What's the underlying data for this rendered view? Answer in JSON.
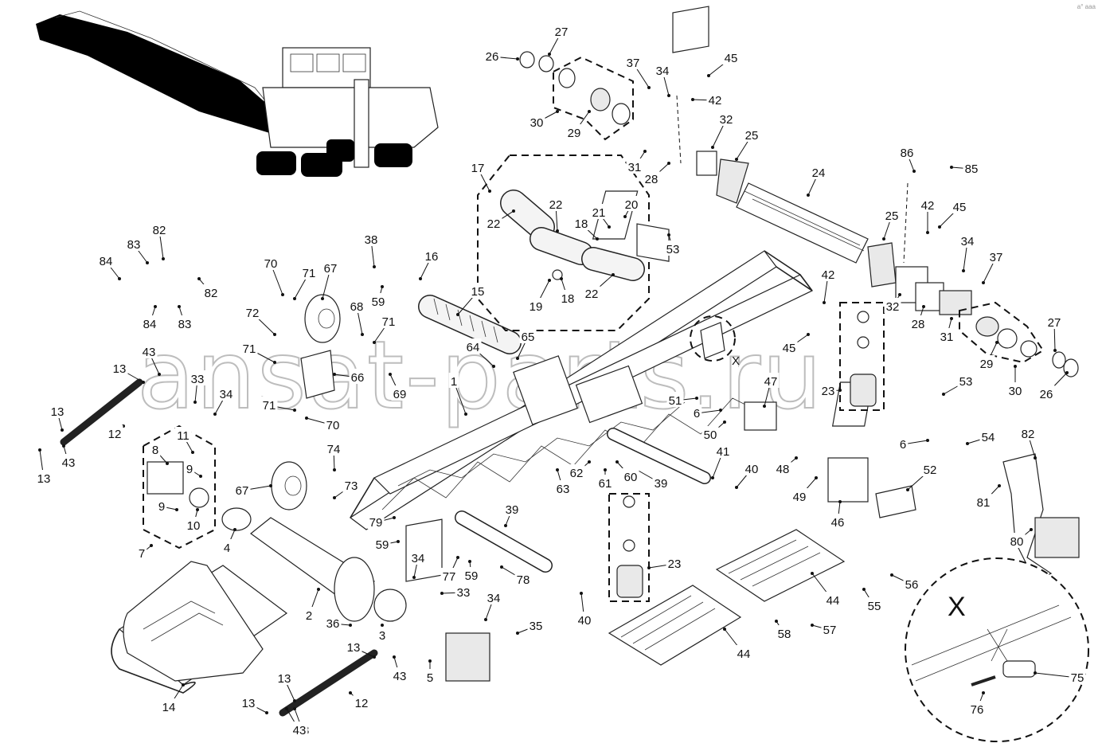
{
  "watermark": "ansat-parts.ru",
  "corner_mark": "a° aaa",
  "detail_view": {
    "label": "X",
    "ref": "X"
  },
  "colors": {
    "ink": "#111111",
    "watermark": "#bdbdbd",
    "background": "#ffffff"
  },
  "callouts": [
    {
      "id": "c1",
      "text": "1"
    },
    {
      "id": "c2",
      "text": "2"
    },
    {
      "id": "c3",
      "text": "3"
    },
    {
      "id": "c4",
      "text": "4"
    },
    {
      "id": "c5",
      "text": "5"
    },
    {
      "id": "c6a",
      "text": "6"
    },
    {
      "id": "c6b",
      "text": "6"
    },
    {
      "id": "c7",
      "text": "7"
    },
    {
      "id": "c8",
      "text": "8"
    },
    {
      "id": "c9a",
      "text": "9"
    },
    {
      "id": "c9b",
      "text": "9"
    },
    {
      "id": "c10",
      "text": "10"
    },
    {
      "id": "c11",
      "text": "11"
    },
    {
      "id": "c12a",
      "text": "12"
    },
    {
      "id": "c12b",
      "text": "12"
    },
    {
      "id": "c13a",
      "text": "13"
    },
    {
      "id": "c13b",
      "text": "13"
    },
    {
      "id": "c13c",
      "text": "13"
    },
    {
      "id": "c13d",
      "text": "13"
    },
    {
      "id": "c13e",
      "text": "13"
    },
    {
      "id": "c13f",
      "text": "13"
    },
    {
      "id": "c14",
      "text": "14"
    },
    {
      "id": "c15",
      "text": "15"
    },
    {
      "id": "c16",
      "text": "16"
    },
    {
      "id": "c17",
      "text": "17"
    },
    {
      "id": "c18a",
      "text": "18"
    },
    {
      "id": "c18b",
      "text": "18"
    },
    {
      "id": "c19",
      "text": "19"
    },
    {
      "id": "c20",
      "text": "20"
    },
    {
      "id": "c21",
      "text": "21"
    },
    {
      "id": "c22a",
      "text": "22"
    },
    {
      "id": "c22b",
      "text": "22"
    },
    {
      "id": "c22c",
      "text": "22"
    },
    {
      "id": "c23a",
      "text": "23"
    },
    {
      "id": "c23b",
      "text": "23"
    },
    {
      "id": "c24",
      "text": "24"
    },
    {
      "id": "c25a",
      "text": "25"
    },
    {
      "id": "c25b",
      "text": "25"
    },
    {
      "id": "c26a",
      "text": "26"
    },
    {
      "id": "c26b",
      "text": "26"
    },
    {
      "id": "c27a",
      "text": "27"
    },
    {
      "id": "c27b",
      "text": "27"
    },
    {
      "id": "c28a",
      "text": "28"
    },
    {
      "id": "c28b",
      "text": "28"
    },
    {
      "id": "c29a",
      "text": "29"
    },
    {
      "id": "c29b",
      "text": "29"
    },
    {
      "id": "c30a",
      "text": "30"
    },
    {
      "id": "c30b",
      "text": "30"
    },
    {
      "id": "c31a",
      "text": "31"
    },
    {
      "id": "c31b",
      "text": "31"
    },
    {
      "id": "c32a",
      "text": "32"
    },
    {
      "id": "c32b",
      "text": "32"
    },
    {
      "id": "c33a",
      "text": "33"
    },
    {
      "id": "c33b",
      "text": "33"
    },
    {
      "id": "c34a",
      "text": "34"
    },
    {
      "id": "c34b",
      "text": "34"
    },
    {
      "id": "c34c",
      "text": "34"
    },
    {
      "id": "c34d",
      "text": "34"
    },
    {
      "id": "c34e",
      "text": "34"
    },
    {
      "id": "c35",
      "text": "35"
    },
    {
      "id": "c36",
      "text": "36"
    },
    {
      "id": "c37a",
      "text": "37"
    },
    {
      "id": "c37b",
      "text": "37"
    },
    {
      "id": "c38",
      "text": "38"
    },
    {
      "id": "c39a",
      "text": "39"
    },
    {
      "id": "c39b",
      "text": "39"
    },
    {
      "id": "c40a",
      "text": "40"
    },
    {
      "id": "c40b",
      "text": "40"
    },
    {
      "id": "c41",
      "text": "41"
    },
    {
      "id": "c42a",
      "text": "42"
    },
    {
      "id": "c42b",
      "text": "42"
    },
    {
      "id": "c42c",
      "text": "42"
    },
    {
      "id": "c43a",
      "text": "43"
    },
    {
      "id": "c43b",
      "text": "43"
    },
    {
      "id": "c43c",
      "text": "43"
    },
    {
      "id": "c43d",
      "text": "43"
    },
    {
      "id": "c43e",
      "text": "43"
    },
    {
      "id": "c44a",
      "text": "44"
    },
    {
      "id": "c44b",
      "text": "44"
    },
    {
      "id": "c45a",
      "text": "45"
    },
    {
      "id": "c45b",
      "text": "45"
    },
    {
      "id": "c45c",
      "text": "45"
    },
    {
      "id": "c46",
      "text": "46"
    },
    {
      "id": "c47",
      "text": "47"
    },
    {
      "id": "c48",
      "text": "48"
    },
    {
      "id": "c49",
      "text": "49"
    },
    {
      "id": "c50",
      "text": "50"
    },
    {
      "id": "c51",
      "text": "51"
    },
    {
      "id": "c52",
      "text": "52"
    },
    {
      "id": "c53a",
      "text": "53"
    },
    {
      "id": "c53b",
      "text": "53"
    },
    {
      "id": "c54",
      "text": "54"
    },
    {
      "id": "c55",
      "text": "55"
    },
    {
      "id": "c56",
      "text": "56"
    },
    {
      "id": "c57",
      "text": "57"
    },
    {
      "id": "c58",
      "text": "58"
    },
    {
      "id": "c59a",
      "text": "59"
    },
    {
      "id": "c59b",
      "text": "59"
    },
    {
      "id": "c59c",
      "text": "59"
    },
    {
      "id": "c60",
      "text": "60"
    },
    {
      "id": "c61",
      "text": "61"
    },
    {
      "id": "c62",
      "text": "62"
    },
    {
      "id": "c63",
      "text": "63"
    },
    {
      "id": "c64",
      "text": "64"
    },
    {
      "id": "c65",
      "text": "65"
    },
    {
      "id": "c66",
      "text": "66"
    },
    {
      "id": "c67a",
      "text": "67"
    },
    {
      "id": "c67b",
      "text": "67"
    },
    {
      "id": "c68",
      "text": "68"
    },
    {
      "id": "c69",
      "text": "69"
    },
    {
      "id": "c70a",
      "text": "70"
    },
    {
      "id": "c70b",
      "text": "70"
    },
    {
      "id": "c71a",
      "text": "71"
    },
    {
      "id": "c71b",
      "text": "71"
    },
    {
      "id": "c71c",
      "text": "71"
    },
    {
      "id": "c71d",
      "text": "71"
    },
    {
      "id": "c72",
      "text": "72"
    },
    {
      "id": "c73",
      "text": "73"
    },
    {
      "id": "c74",
      "text": "74"
    },
    {
      "id": "c75",
      "text": "75"
    },
    {
      "id": "c76",
      "text": "76"
    },
    {
      "id": "c77",
      "text": "77"
    },
    {
      "id": "c78",
      "text": "78"
    },
    {
      "id": "c79",
      "text": "79"
    },
    {
      "id": "c80",
      "text": "80"
    },
    {
      "id": "c81",
      "text": "81"
    },
    {
      "id": "c82a",
      "text": "82"
    },
    {
      "id": "c82b",
      "text": "82"
    },
    {
      "id": "c82c",
      "text": "82"
    },
    {
      "id": "c83a",
      "text": "83"
    },
    {
      "id": "c83b",
      "text": "83"
    },
    {
      "id": "c84a",
      "text": "84"
    },
    {
      "id": "c84b",
      "text": "84"
    },
    {
      "id": "c85",
      "text": "85"
    },
    {
      "id": "c86",
      "text": "86"
    }
  ]
}
